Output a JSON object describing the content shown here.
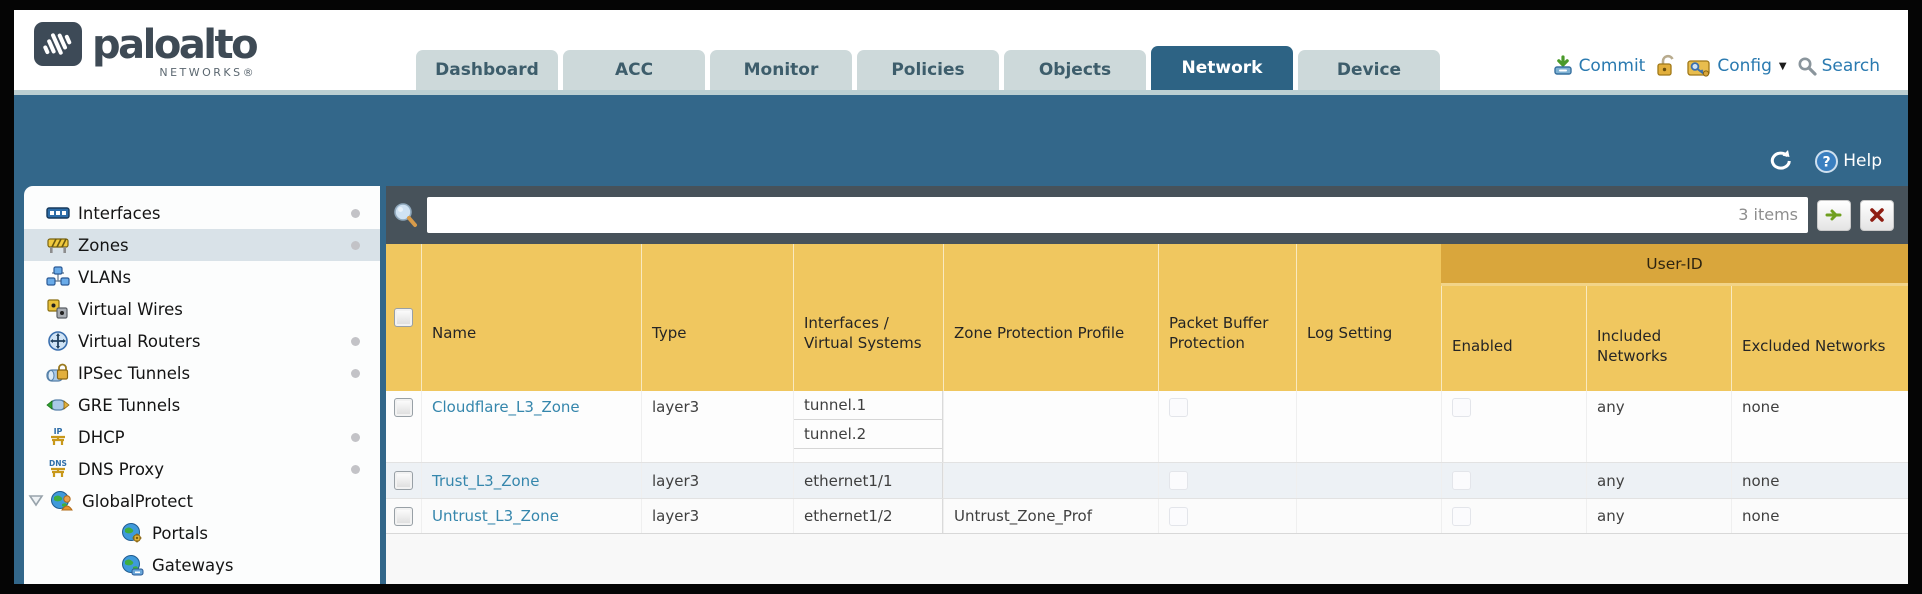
{
  "logo": {
    "brand": "paloalto",
    "sub": "NETWORKS®"
  },
  "tabs": {
    "items": [
      "Dashboard",
      "ACC",
      "Monitor",
      "Policies",
      "Objects",
      "Network",
      "Device"
    ],
    "active": "Network"
  },
  "utilities": {
    "commit": "Commit",
    "config": "Config",
    "search": "Search",
    "help": "Help"
  },
  "sidebar": {
    "items": [
      {
        "label": "Interfaces"
      },
      {
        "label": "Zones"
      },
      {
        "label": "VLANs"
      },
      {
        "label": "Virtual Wires"
      },
      {
        "label": "Virtual Routers"
      },
      {
        "label": "IPSec Tunnels"
      },
      {
        "label": "GRE Tunnels"
      },
      {
        "label": "DHCP"
      },
      {
        "label": "DNS Proxy"
      },
      {
        "label": "GlobalProtect"
      },
      {
        "label": "Portals"
      },
      {
        "label": "Gateways"
      }
    ],
    "selected": "Zones"
  },
  "filter": {
    "count": "3 items",
    "value": ""
  },
  "table": {
    "headers": {
      "name": "Name",
      "type": "Type",
      "interfaces": "Interfaces / Virtual Systems",
      "zpp": "Zone Protection Profile",
      "pbp": "Packet Buffer Protection",
      "log": "Log Setting",
      "user_id": "User-ID",
      "enabled": "Enabled",
      "included": "Included Networks",
      "excluded": "Excluded Networks"
    },
    "rows": [
      {
        "name": "Cloudflare_L3_Zone",
        "type": "layer3",
        "interfaces": [
          "tunnel.1",
          "tunnel.2"
        ],
        "zpp": "",
        "log": "",
        "included": "any",
        "excluded": "none"
      },
      {
        "name": "Trust_L3_Zone",
        "type": "layer3",
        "interfaces": [
          "ethernet1/1"
        ],
        "zpp": "",
        "log": "",
        "included": "any",
        "excluded": "none"
      },
      {
        "name": "Untrust_L3_Zone",
        "type": "layer3",
        "interfaces": [
          "ethernet1/2"
        ],
        "zpp": "Untrust_Zone_Prof",
        "log": "",
        "included": "any",
        "excluded": "none"
      }
    ]
  },
  "colors": {
    "band_teal": "#33678a",
    "active_tab": "#2d6384",
    "header_orange": "#f0c75f",
    "userid_orange": "#d9a63c",
    "filter_bar": "#47525a",
    "link_blue": "#3586ac",
    "selected_row": "#d9e2e8"
  }
}
